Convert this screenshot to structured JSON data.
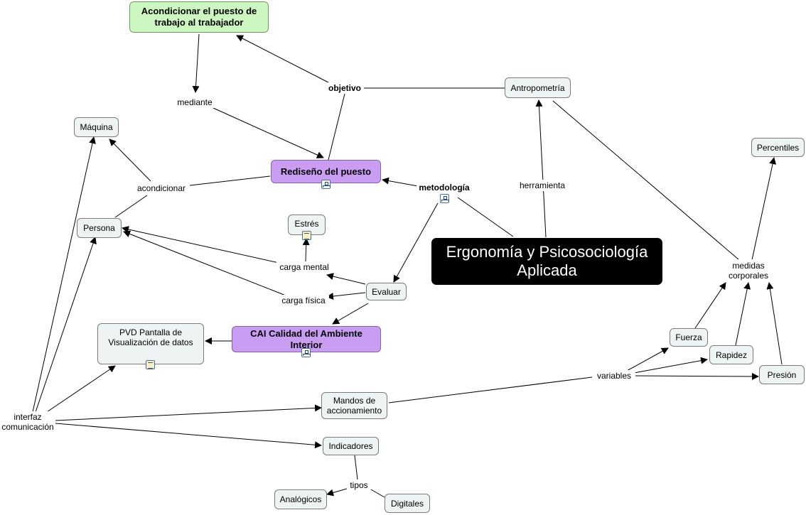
{
  "nodes": {
    "acondicionar_puesto": "Acondicionar el puesto de trabajo al trabajador",
    "antropometria": "Antropometría",
    "maquina": "Máquina",
    "percentiles": "Percentiles",
    "rediseno": "Rediseño del puesto",
    "persona": "Persona",
    "estres": "Estrés",
    "ergonomia": "Ergonomía y Psicosociología Aplicada",
    "evaluar": "Evaluar",
    "medidas": "medidas corporales",
    "pvd": "PVD Pantalla de Visualización de datos",
    "cai": "CAI Calidad del Ambiente Interior",
    "fuerza": "Fuerza",
    "rapidez": "Rapidez",
    "presion": "Presión",
    "mandos": "Mandos de accionamiento",
    "indicadores": "Indicadores",
    "analogicos": "Analógicos",
    "digitales": "Digitales"
  },
  "links": {
    "objetivo": "objetivo",
    "mediante": "mediante",
    "acondicionar": "acondicionar",
    "metodologia": "metodología",
    "herramienta": "herramienta",
    "carga_mental": "carga mental",
    "carga_fisica": "carga física",
    "variables": "variables",
    "interfaz": "interfaz comunicación",
    "tipos": "tipos"
  },
  "icons": {
    "concept_map": "concept-map-icon",
    "document": "document-icon"
  },
  "colors": {
    "green": "#ccf7c0",
    "purple": "#c89df2",
    "box": "#eef3f4",
    "main": "#000000"
  }
}
